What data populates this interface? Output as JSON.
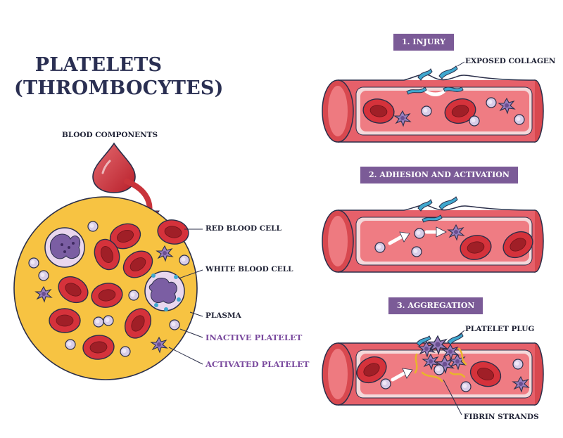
{
  "title": {
    "line1": "PLATELETS",
    "line2": "(THROMBOCYTES)"
  },
  "components": {
    "heading": "BLOOD COMPONENTS",
    "labels": {
      "red_blood_cell": "RED BLOOD CELL",
      "white_blood_cell": "WHITE BLOOD CELL",
      "plasma": "PLASMA",
      "inactive_platelet": "INACTIVE PLATELET",
      "activated_platelet": "ACTIVATED PLATELET"
    }
  },
  "steps": [
    {
      "label": "1. INJURY",
      "annotations": [
        "EXPOSED COLLAGEN"
      ]
    },
    {
      "label": "2. ADHESION AND ACTIVATION",
      "annotations": []
    },
    {
      "label": "3. AGGREGATION",
      "annotations": [
        "PLATELET PLUG",
        "FIBRIN STRANDS"
      ]
    }
  ],
  "colors": {
    "title": "#2a2f52",
    "step_badge": "#7b5b97",
    "plasma": "#f7c342",
    "red_cell": "#d8353c",
    "vessel": "#e6606a",
    "platelet": "#cfc3e0",
    "activated_platelet": "#8a6fae",
    "white_cell": "#e9d7ee",
    "collagen": "#3fa8cf",
    "fibrin": "#f0c23b"
  }
}
